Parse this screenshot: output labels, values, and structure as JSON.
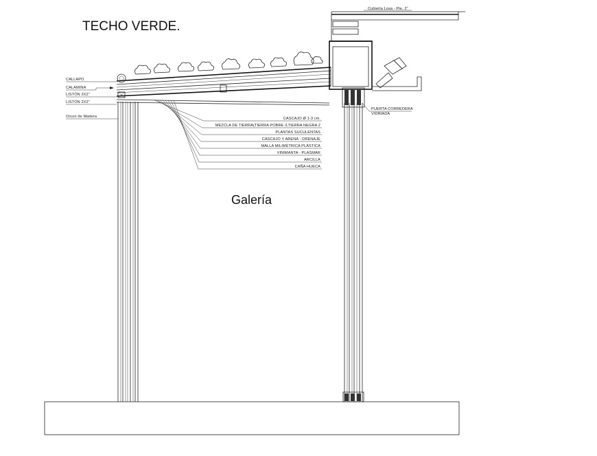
{
  "title": "TECHO VERDE.",
  "room_label": "Galería",
  "top_label": "Cubierta Losa - Pte. 2\"",
  "left_labels": {
    "callapo": "CALLAPO",
    "calamina": "CALAMINA",
    "liston1": "LISTÓN 2X2\"",
    "liston2": "LISTÓN 2X2\"",
    "orcon": "Orcon de Madera"
  },
  "door_label_1": "PUERTA CORREDERA",
  "door_label_2": "VIDRIADA",
  "layers": [
    "CASCAJO Ø 1-3 cm.",
    "MEZCLA DE TIERRA(TIERRA POBRE /LTIERRA NEGRA 2",
    "PLANTAS SUCULENTAS",
    "CASCAJO Y ARENA - DRENAJE",
    "MALLA MILIMÉTRICA PLÁSTICA",
    "VINIMANTA - PLASMAR",
    "ARCILLA",
    "CAÑA HUECA"
  ],
  "colors": {
    "line": "#222222",
    "background": "#ffffff"
  }
}
